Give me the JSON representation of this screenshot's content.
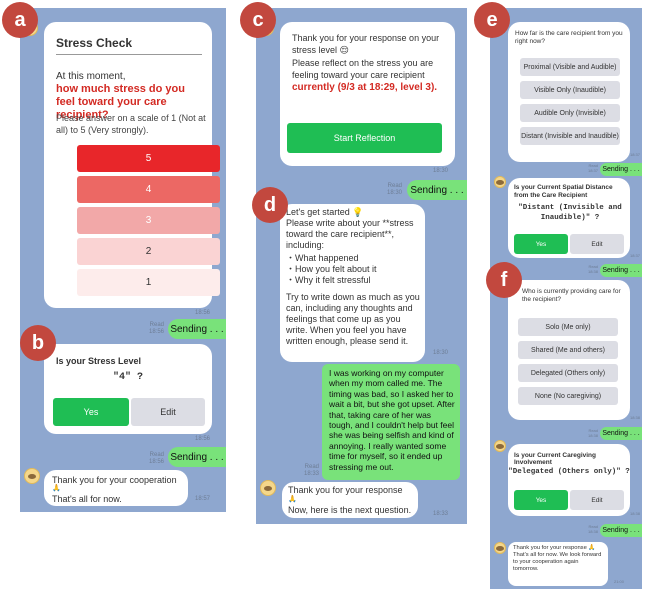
{
  "badges": [
    "a",
    "b",
    "c",
    "d",
    "e",
    "f"
  ],
  "a": {
    "title": "Stress Check",
    "line1": "At this moment,",
    "question": "how much stress do you feel toward your care recipient?",
    "instruction": "Please answer on a scale of 1 (Not at all) to 5 (Very strongly).",
    "scale": [
      {
        "label": "5",
        "color": "#e8262a",
        "text": "#ffffff"
      },
      {
        "label": "4",
        "color": "#ec6864",
        "text": "#ffffff"
      },
      {
        "label": "3",
        "color": "#f2a8a8",
        "text": "#ffffff"
      },
      {
        "label": "2",
        "color": "#fad3d3",
        "text": "#333333"
      },
      {
        "label": "1",
        "color": "#fdeceb",
        "text": "#333333"
      }
    ],
    "time1": "18:56",
    "read_label": "Read",
    "sending": "Sending . . .",
    "sent_time1": "18:56"
  },
  "b": {
    "title": "Is your Stress Level",
    "value": "\"4\" ?",
    "yes": "Yes",
    "edit": "Edit",
    "time": "18:56",
    "read_label": "Read",
    "sending": "Sending . . .",
    "sent_time": "18:56",
    "thanks_line1": "Thank you for your cooperation",
    "thanks_line2": "That's all for now.",
    "thanks_time": "18:57"
  },
  "c": {
    "text1": "Thank you for your response on your stress level 😌",
    "text2": "Please reflect on the stress you are feeling toward your care recipient",
    "highlight": "currently (9/3 at 18:29, level 3).",
    "button": "Start Reflection",
    "time": "18:30",
    "read_label": "Read",
    "sending": "Sending . . .",
    "sent_time": "18:30"
  },
  "d": {
    "intro": "Let's get started 💡",
    "prompt": "Please write about your **stress toward the care recipient**, including:",
    "bullets": [
      "・What happened",
      "・How you felt about it",
      "・Why it felt stressful"
    ],
    "advice": "Try to write down as much as you can, including any thoughts and feelings that come up as you write. When you feel you have written enough, please send it.",
    "time": "18:30",
    "reply": "I was working on my computer when my mom called me. The timing was bad, so I asked her to wait a bit, but she got upset. After that, taking care of her was tough, and I couldn't help but feel she was being selfish and kind of annoying. I really wanted some time for myself, so it ended up stressing me out.",
    "read_label": "Read",
    "reply_time": "18:33",
    "thanks_line1": "Thank you for your response",
    "thanks_line2": "Now, here is the next question.",
    "thanks_time": "18:33"
  },
  "e": {
    "question": "How far is the care recipient from you right now?",
    "options": [
      "Proximal (Visible and Audible)",
      "Visible Only (Inaudible)",
      "Audible Only (Invisible)",
      "Distant (Invisible and Inaudible)"
    ],
    "time": "18:37",
    "read_label": "Read",
    "sending": "Sending . . .",
    "sent_time": "18:37",
    "confirm_title": "Is your Current Spatial Distance from the Care Recipient",
    "confirm_value": "\"Distant (Invisible and Inaudible)\" ?",
    "yes": "Yes",
    "edit": "Edit",
    "confirm_time": "18:37",
    "sending2": "Sending . . .",
    "sent_time2": "18:38"
  },
  "f": {
    "question": "Who is currently providing care for the recipient?",
    "options": [
      "Solo (Me only)",
      "Shared (Me and others)",
      "Delegated (Others only)",
      "None (No caregiving)"
    ],
    "time": "18:38",
    "read_label": "Read",
    "sending": "Sending . . .",
    "sent_time": "18:38",
    "confirm_title": "Is your Current Caregiving Involvement",
    "confirm_value": "\"Delegated (Others only)\" ?",
    "yes": "Yes",
    "edit": "Edit",
    "confirm_time": "18:38",
    "sending2": "Sending . . .",
    "sent_time2": "18:38",
    "final": "Thank you for your response 🙏 That's all for now. We look forward to your cooperation again tomorrow.",
    "final_time": "21:00"
  }
}
